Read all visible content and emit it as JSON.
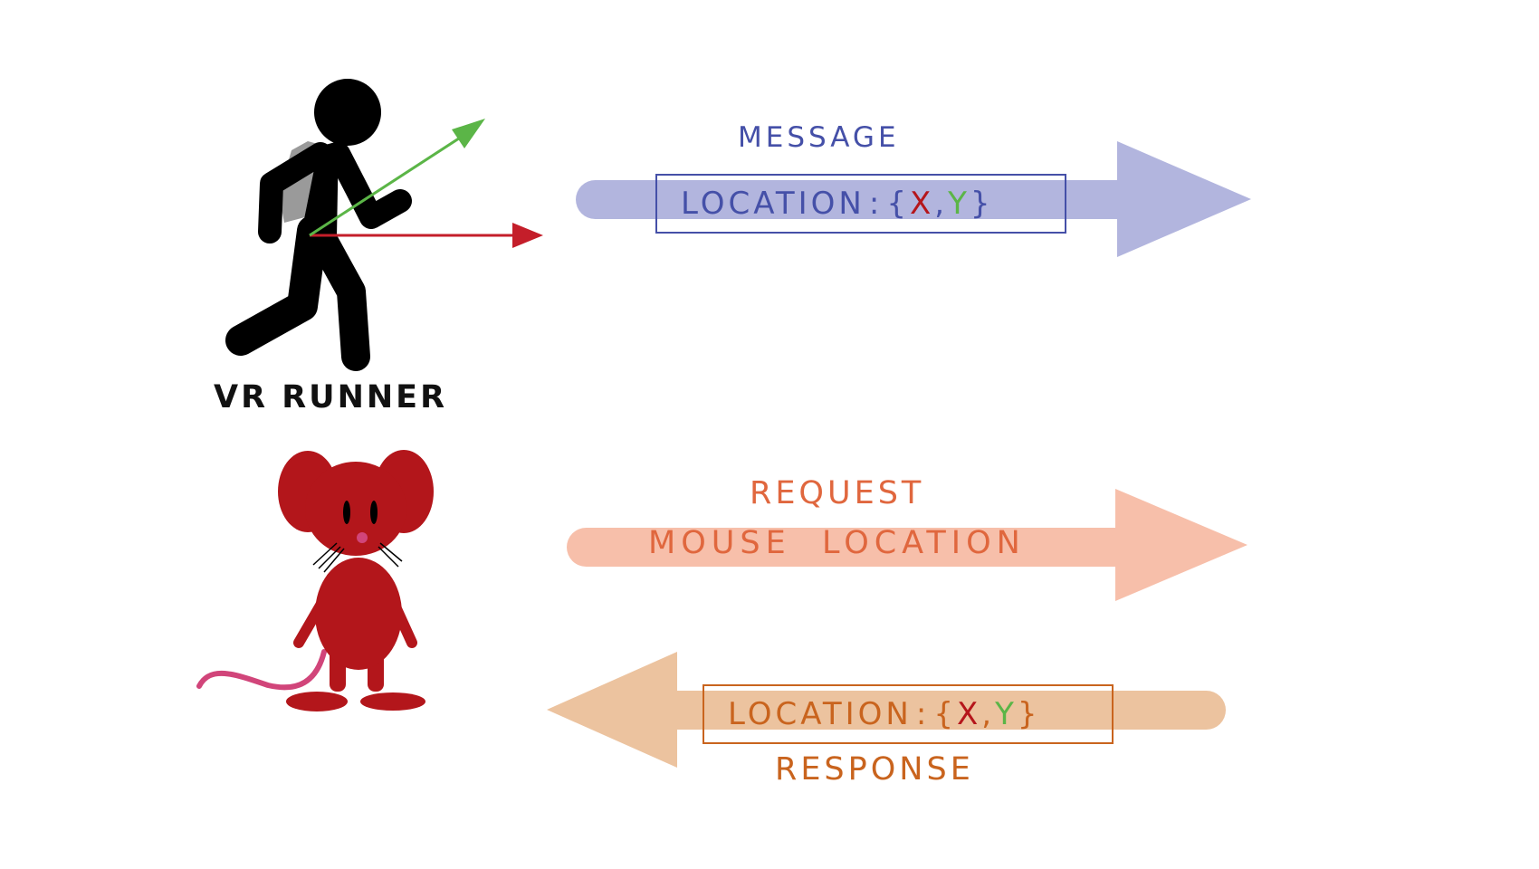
{
  "runner": {
    "label": "VR RUNNER"
  },
  "message": {
    "title": "MESSAGE",
    "payload": {
      "key": "LOCATION",
      "sep": ":",
      "open": "{",
      "x": "X",
      "comma": ",",
      "y": "Y",
      "close": "}"
    }
  },
  "request": {
    "title": "REQUEST",
    "body": "MOUSE  LOCATION"
  },
  "response": {
    "title": "RESPONSE",
    "payload": {
      "key": "LOCATION",
      "sep": ":",
      "open": "{",
      "x": "X",
      "comma": ",",
      "y": "Y",
      "close": "}"
    }
  },
  "colors": {
    "message_arrow": "#b2b5de",
    "message_text": "#4550a8",
    "request_arrow": "#f7bfaa",
    "request_text": "#e0673e",
    "response_arrow": "#ecc39f",
    "response_text": "#c9641e",
    "x_value": "#b5161b",
    "y_value": "#5bb547",
    "mouse_body": "#b3161b",
    "mouse_tail": "#d1457a",
    "runner_body": "#000000",
    "backpack": "#9a9a9a",
    "vector_forward": "#c41e2a",
    "vector_heading": "#5bb547"
  }
}
